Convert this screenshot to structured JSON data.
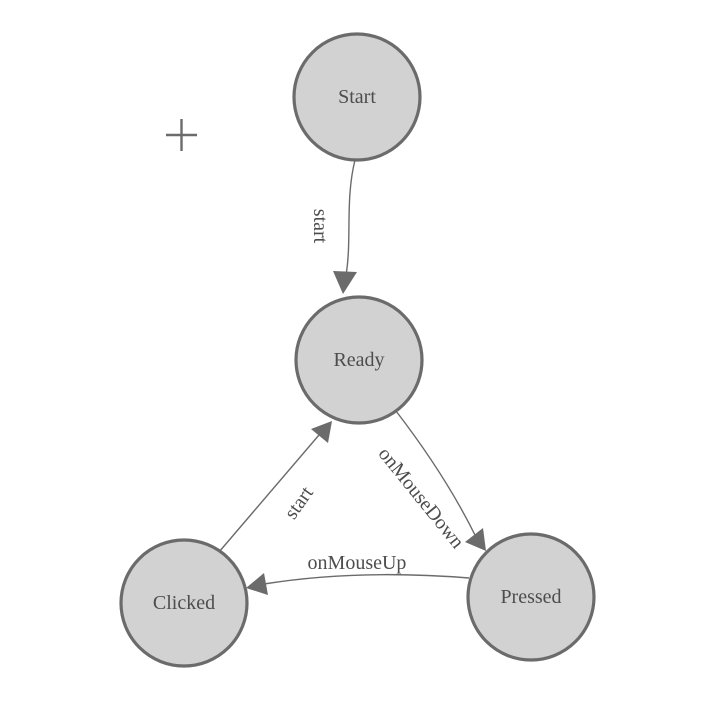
{
  "diagram": {
    "colors": {
      "background": "#ffffff",
      "node_fill": "#d2d2d2",
      "node_stroke": "#6b6b6b",
      "edge_stroke": "#6b6b6b",
      "arrow_fill": "#6b6b6b",
      "text": "#4d4d4d"
    },
    "icons": {
      "plus_icon": "plus-crosshair"
    },
    "nodes": [
      {
        "id": "start",
        "label": "Start"
      },
      {
        "id": "ready",
        "label": "Ready"
      },
      {
        "id": "clicked",
        "label": "Clicked"
      },
      {
        "id": "pressed",
        "label": "Pressed"
      }
    ],
    "edges": [
      {
        "from": "start",
        "to": "ready",
        "label": "start"
      },
      {
        "from": "ready",
        "to": "pressed",
        "label": "onMouseDown"
      },
      {
        "from": "pressed",
        "to": "clicked",
        "label": "onMouseUp"
      },
      {
        "from": "clicked",
        "to": "ready",
        "label": "start"
      }
    ]
  }
}
